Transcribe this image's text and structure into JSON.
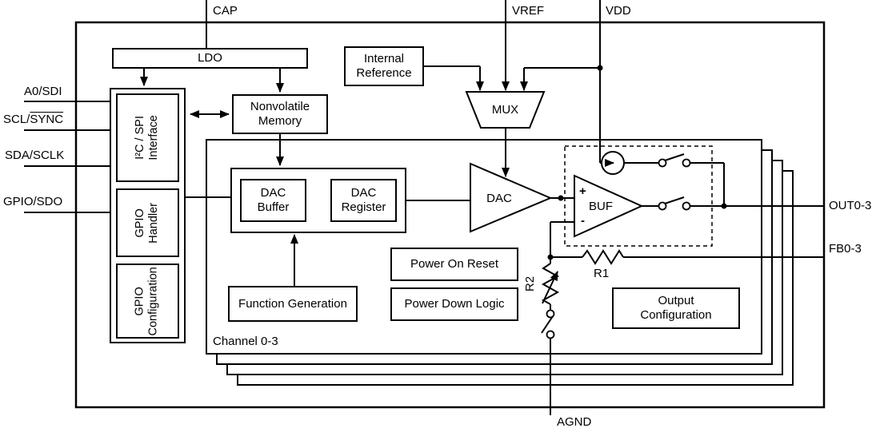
{
  "pins": {
    "cap": "CAP",
    "vref": "VREF",
    "vdd": "VDD",
    "a0_sdi": "A0/SDI",
    "scl_sync_base": "SCL/",
    "scl_sync_overline": "SYNC",
    "sda_sclk": "SDA/SCLK",
    "gpio_sdo": "GPIO/SDO",
    "out0_3": "OUT0-3",
    "fb0_3": "FB0-3",
    "agnd": "AGND"
  },
  "blocks": {
    "ldo": "LDO",
    "internal_reference": "Internal Reference",
    "nonvolatile_memory": "Nonvolatile Memory",
    "mux": "MUX",
    "i2c_spi_interface": "I²C / SPI Interface",
    "gpio_handler": "GPIO Handler",
    "gpio_configuration": "GPIO Configuration",
    "dac_buffer": "DAC Buffer",
    "dac_register": "DAC Register",
    "dac": "DAC",
    "buf": "BUF",
    "buf_plus": "+",
    "buf_minus": "-",
    "function_generation": "Function Generation",
    "power_on_reset": "Power On Reset",
    "power_down_logic": "Power Down Logic",
    "output_configuration": "Output Configuration"
  },
  "labels": {
    "channel": "Channel 0-3",
    "r1": "R1",
    "r2": "R2"
  },
  "colors": {
    "line": "#000000",
    "background": "#ffffff"
  }
}
